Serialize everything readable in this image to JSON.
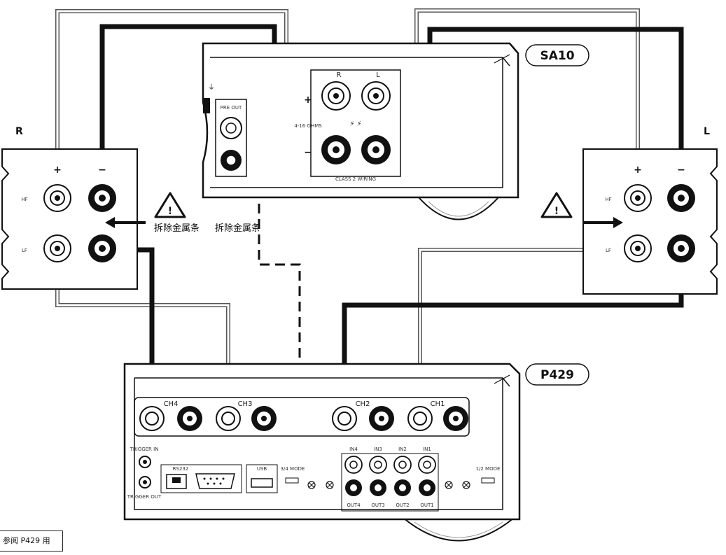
{
  "sa10_label": "SA10",
  "p429_label": "P429",
  "left_speaker_label": "R",
  "right_speaker_label": "L",
  "hf_label": "HF",
  "lf_label": "LF",
  "plus_sign": "+",
  "minus_sign": "−",
  "warning_text_1": "拆除金属条",
  "warning_text_2": "拆除金属条",
  "note_text": "参阅 P429 用",
  "sa10_panel": {
    "r": "R",
    "l": "L",
    "ohms": "4-16 OHMS",
    "pre_out": "PRE OUT",
    "wiring": "CLASS 2 WIRING"
  },
  "p429_panel": {
    "ch4": "CH4",
    "ch3": "CH3",
    "ch2": "CH2",
    "ch1": "CH1",
    "trigger_in": "TRIGGER IN",
    "trigger_out": "TRIGGER OUT",
    "rs232": "RS232",
    "usb": "USB",
    "in4": "IN4",
    "in3": "IN3",
    "in2": "IN2",
    "in1": "IN1",
    "out4": "OUT4",
    "out3": "OUT3",
    "out2": "OUT2",
    "out1": "OUT1",
    "mode_34": "3/4 MODE",
    "mode_12": "1/2 MODE"
  },
  "colors": {
    "line": "#111111",
    "thin_wire": "#666666"
  }
}
